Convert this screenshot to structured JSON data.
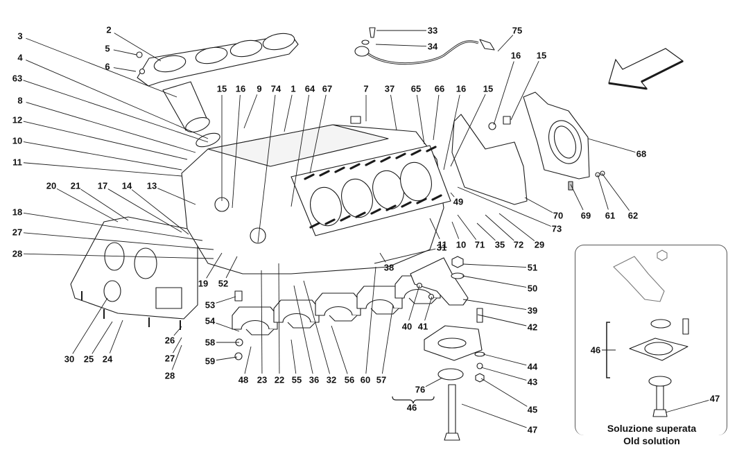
{
  "diagram": {
    "subject": "Engine crankcase exploded parts view",
    "line_color": "#1a1a1a",
    "background": "#ffffff",
    "callouts": [
      {
        "id": "c2",
        "label": "2"
      },
      {
        "id": "c3",
        "label": "3"
      },
      {
        "id": "c4",
        "label": "4"
      },
      {
        "id": "c5",
        "label": "5"
      },
      {
        "id": "c6",
        "label": "6"
      },
      {
        "id": "c63",
        "label": "63"
      },
      {
        "id": "c8",
        "label": "8"
      },
      {
        "id": "c12",
        "label": "12"
      },
      {
        "id": "c10a",
        "label": "10"
      },
      {
        "id": "c11a",
        "label": "11"
      },
      {
        "id": "c20",
        "label": "20"
      },
      {
        "id": "c21",
        "label": "21"
      },
      {
        "id": "c17",
        "label": "17"
      },
      {
        "id": "c14",
        "label": "14"
      },
      {
        "id": "c13",
        "label": "13"
      },
      {
        "id": "c18",
        "label": "18"
      },
      {
        "id": "c27a",
        "label": "27"
      },
      {
        "id": "c28a",
        "label": "28"
      },
      {
        "id": "c19",
        "label": "19"
      },
      {
        "id": "c52",
        "label": "52"
      },
      {
        "id": "c53",
        "label": "53"
      },
      {
        "id": "c54",
        "label": "54"
      },
      {
        "id": "c58",
        "label": "58"
      },
      {
        "id": "c59",
        "label": "59"
      },
      {
        "id": "c26",
        "label": "26"
      },
      {
        "id": "c27b",
        "label": "27"
      },
      {
        "id": "c28b",
        "label": "28"
      },
      {
        "id": "c30",
        "label": "30"
      },
      {
        "id": "c25",
        "label": "25"
      },
      {
        "id": "c24",
        "label": "24"
      },
      {
        "id": "c15a",
        "label": "15"
      },
      {
        "id": "c16a",
        "label": "16"
      },
      {
        "id": "c9",
        "label": "9"
      },
      {
        "id": "c74",
        "label": "74"
      },
      {
        "id": "c1",
        "label": "1"
      },
      {
        "id": "c64",
        "label": "64"
      },
      {
        "id": "c67",
        "label": "67"
      },
      {
        "id": "c7",
        "label": "7"
      },
      {
        "id": "c37",
        "label": "37"
      },
      {
        "id": "c65",
        "label": "65"
      },
      {
        "id": "c66",
        "label": "66"
      },
      {
        "id": "c16b",
        "label": "16"
      },
      {
        "id": "c15b",
        "label": "15"
      },
      {
        "id": "c33",
        "label": "33"
      },
      {
        "id": "c34",
        "label": "34"
      },
      {
        "id": "c75",
        "label": "75"
      },
      {
        "id": "c16c",
        "label": "16"
      },
      {
        "id": "c15c",
        "label": "15"
      },
      {
        "id": "c68",
        "label": "68"
      },
      {
        "id": "c70",
        "label": "70"
      },
      {
        "id": "c69",
        "label": "69"
      },
      {
        "id": "c61",
        "label": "61"
      },
      {
        "id": "c62",
        "label": "62"
      },
      {
        "id": "c73",
        "label": "73"
      },
      {
        "id": "c49",
        "label": "49"
      },
      {
        "id": "c11b",
        "label": "11"
      },
      {
        "id": "c10b",
        "label": "10"
      },
      {
        "id": "c71",
        "label": "71"
      },
      {
        "id": "c35",
        "label": "35"
      },
      {
        "id": "c72",
        "label": "72"
      },
      {
        "id": "c29",
        "label": "29"
      },
      {
        "id": "c31",
        "label": "31"
      },
      {
        "id": "c38",
        "label": "38"
      },
      {
        "id": "c51",
        "label": "51"
      },
      {
        "id": "c50",
        "label": "50"
      },
      {
        "id": "c39",
        "label": "39"
      },
      {
        "id": "c42",
        "label": "42"
      },
      {
        "id": "c40",
        "label": "40"
      },
      {
        "id": "c41",
        "label": "41"
      },
      {
        "id": "c44",
        "label": "44"
      },
      {
        "id": "c43",
        "label": "43"
      },
      {
        "id": "c45",
        "label": "45"
      },
      {
        "id": "c76",
        "label": "76"
      },
      {
        "id": "c46a",
        "label": "46"
      },
      {
        "id": "c47a",
        "label": "47"
      },
      {
        "id": "c48",
        "label": "48"
      },
      {
        "id": "c23",
        "label": "23"
      },
      {
        "id": "c22",
        "label": "22"
      },
      {
        "id": "c55",
        "label": "55"
      },
      {
        "id": "c36",
        "label": "36"
      },
      {
        "id": "c32",
        "label": "32"
      },
      {
        "id": "c56",
        "label": "56"
      },
      {
        "id": "c60",
        "label": "60"
      },
      {
        "id": "c57",
        "label": "57"
      },
      {
        "id": "c46b",
        "label": "46"
      },
      {
        "id": "c47b",
        "label": "47"
      }
    ]
  },
  "inset": {
    "caption_line1": "Soluzione superata",
    "caption_line2": "Old solution"
  },
  "direction_arrow": {
    "meaning": "front of vehicle / view direction",
    "icon": "arrow-left-down-icon"
  }
}
